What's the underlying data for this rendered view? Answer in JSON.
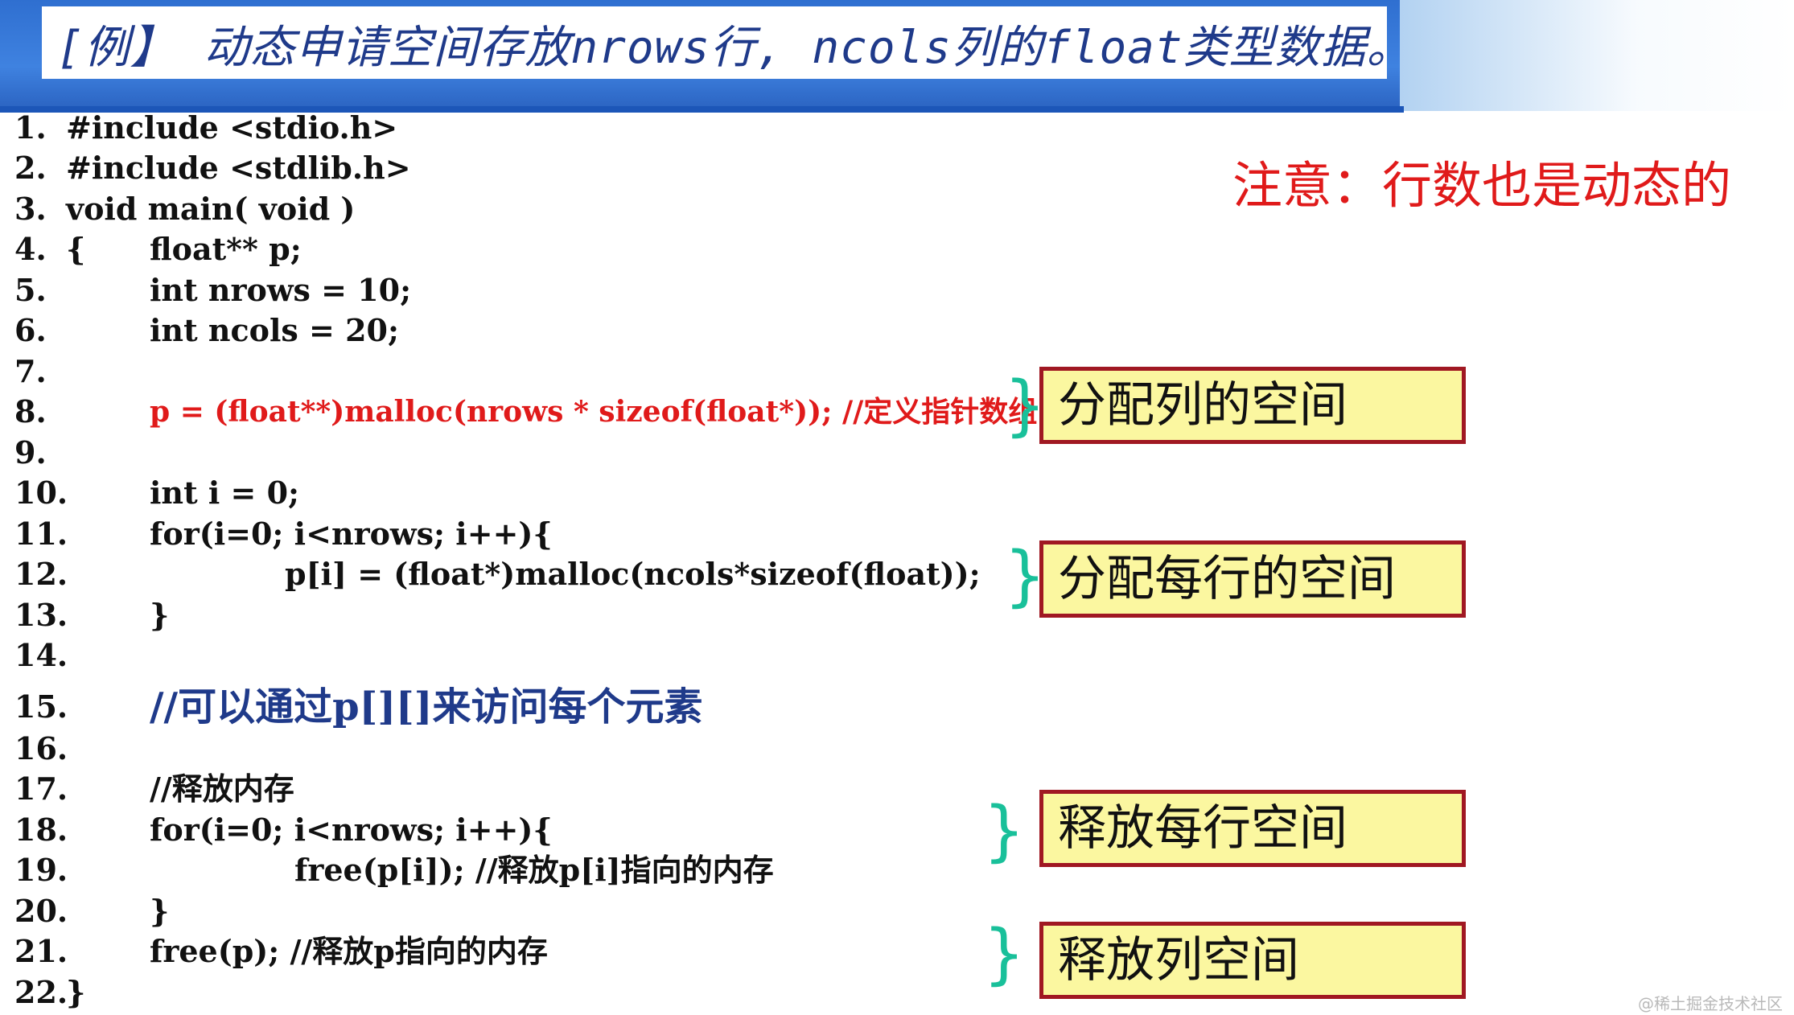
{
  "title": "[例】 动态申请空间存放nrows行, ncols列的float类型数据。",
  "note": "注意：行数也是动态的",
  "code_lines": [
    {
      "num": "1.",
      "text": "#include <stdio.h>"
    },
    {
      "num": "2.",
      "text": "#include <stdlib.h>"
    },
    {
      "num": "3.",
      "text": "void main( void )"
    },
    {
      "num": "4.",
      "text": "{"
    },
    {
      "num": "",
      "text": "float** p;"
    },
    {
      "num": "5.",
      "text": "int nrows = 10;"
    },
    {
      "num": "6.",
      "text": "int ncols = 20;"
    },
    {
      "num": "7.",
      "text": ""
    },
    {
      "num": "8.",
      "text": "p = (float**)malloc(nrows * sizeof(float*)); //定义指针数组"
    },
    {
      "num": "9.",
      "text": ""
    },
    {
      "num": "10.",
      "text": "int i = 0;"
    },
    {
      "num": "11.",
      "text": "for(i=0; i<nrows; i++){"
    },
    {
      "num": "12.",
      "text": "p[i] = (float*)malloc(ncols*sizeof(float));"
    },
    {
      "num": "13.",
      "text": "}"
    },
    {
      "num": "14.",
      "text": ""
    },
    {
      "num": "15.",
      "text": "//可以通过p[][]来访问每个元素"
    },
    {
      "num": "16.",
      "text": ""
    },
    {
      "num": "17.",
      "text": "//释放内存"
    },
    {
      "num": "18.",
      "text": "for(i=0; i<nrows; i++){"
    },
    {
      "num": "19.",
      "text": "free(p[i]); //释放p[i]指向的内存"
    },
    {
      "num": "20.",
      "text": "}"
    },
    {
      "num": "21.",
      "text": "free(p); //释放p指向的内存"
    },
    {
      "num": "22.",
      "text": "}"
    }
  ],
  "labels": [
    "分配列的空间",
    "分配每行的空间",
    "释放每行空间",
    "释放列空间"
  ],
  "brace_glyph": "}",
  "watermark": "@稀土掘金技术社区",
  "colors": {
    "title_blue": "#1f3a8a",
    "highlight_red": "#e01a1a",
    "brace_green": "#19c09a",
    "label_fill": "#fbf7a0",
    "label_border": "#a01822"
  }
}
